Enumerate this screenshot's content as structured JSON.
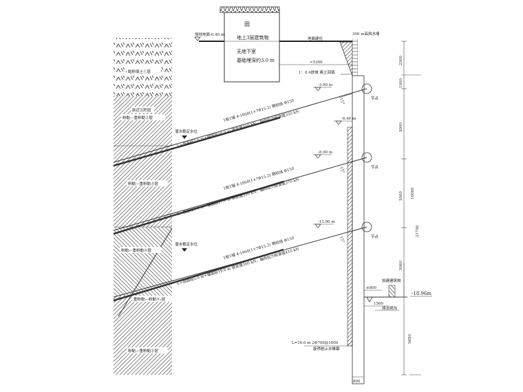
{
  "building": {
    "symbol": "田",
    "label": "地上3层建筑物",
    "basement": "无地下室",
    "foundation": "基础埋深约3.0 m"
  },
  "ground": {
    "site_level": "场地地面-0.40 m",
    "hardening": "地面硬化",
    "wall": "300 m高挡水墙",
    "distance": "≈5300",
    "slope": "1：0.4放坡  素土回填"
  },
  "soil_layers": [
    "黏粉填土①层",
    "新近沉积层",
    "粉黏—重粉黏②层",
    "粉黏—重粉黏③层",
    "粉黏—重粉黏④层",
    "重粉黏—粉黏④₁层",
    "粉黏—重粉黏⑤层"
  ],
  "water_level": "潜水稳定水位",
  "levels": [
    "-3.90 m",
    "-6.40 m",
    "-8.90 m",
    "-13.90 m",
    "-18.96m"
  ],
  "anchors": [
    {
      "spec": "1桩1锚 4-1860(1×7Φ15.2) 钢绞线  Φ150",
      "detail": "L=自由段7.0 m+锚固段18.0 m  锁定值310 kN，轴向拉力标准值350 kN",
      "angle": "15°",
      "node": "节点"
    },
    {
      "spec": "1桩1锚 4-1860(1×7Φ15.2) 钢绞线  Φ150",
      "detail": "L=自由段6.0 m+锚固段17.0 m  锁定值320 kN，轴向拉力标准值370 kN",
      "angle": "15°",
      "node": "节点"
    },
    {
      "spec": "1桩1锚 4-1860(1×7Φ15.2) 钢绞线  Φ150",
      "detail": "L=自由段5.0 m+锚固段19.0 m  锁定值360 kN，轴向拉力标准值410 kN",
      "angle": "15°",
      "node": "节点"
    }
  ],
  "curtain": {
    "spec": "L=16.0 m  2Φ700@1600",
    "name": "旋喷桩止水帷幕"
  },
  "pile_width": "800",
  "proposed": {
    "label": "拟建建筑物",
    "gap": "≥800",
    "ditch_width": "1500",
    "ditch": "排水明沟"
  },
  "dimensions": {
    "segments": [
      "2500",
      "1000",
      "5000",
      "5000",
      "5060",
      "5690"
    ],
    "sub_total": "16060",
    "total": "21750"
  }
}
